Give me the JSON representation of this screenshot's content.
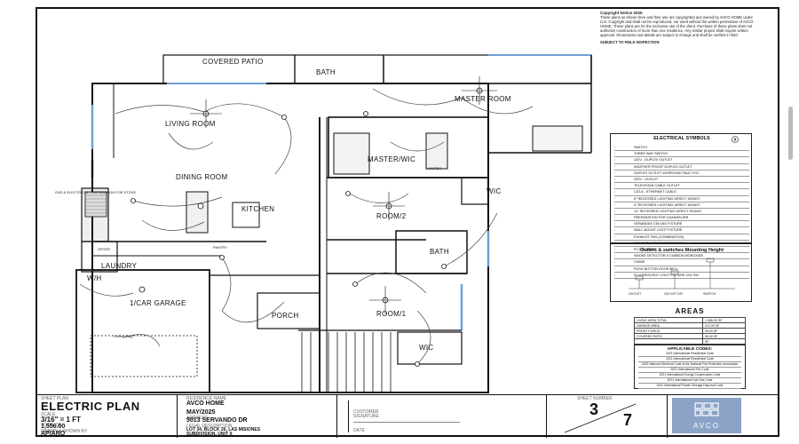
{
  "copyright": {
    "heading": "Copyright Notice 2025",
    "body": "These plans as shown here and their use are copyrighted and owned by AVCO HOME under U.S. Copyright and shall not be reproduced, nor used without the written permission of AVCO HOME. These plans are for the exclusive use of the client. Purchase of these plans does not authorize construction of more than one residence. Any similar project shall require written approval. Dimensions and details are subject to change and shall be verified in field.",
    "note": "SUBJECT TO FIELD INSPECTION"
  },
  "rooms": {
    "covered_patio": "COVERED PATIO",
    "bath_top": "BATH",
    "master_room": "MASTER ROOM",
    "living_room": "LIVING ROOM",
    "master_wic": "MASTER/WIC",
    "dining_room": "DINING ROOM",
    "kitchen": "KITCHEN",
    "wic_top": "WIC",
    "room2": "ROOM/2",
    "bath_mid": "BATH",
    "laundry": "LAUNDRY",
    "wh": "W/H",
    "garage": "1/CAR GARAGE",
    "porch": "PORCH",
    "room1": "ROOM/1",
    "wic_bottom": "WIC",
    "gas_note": "GAS & ELECTRICAL PREPARATION FOR STOVE",
    "ceiling_plug": "Ceiling Plug",
    "hamper": "HAMPER",
    "pantry": "PANTRY",
    "dryer": "DRYER"
  },
  "legend": {
    "title": "ELECTRICAL SYMBOLS",
    "items": [
      "SWITCH",
      "THREE WAY SWITCH",
      "120V - DUPLEX OUTLET",
      "WEATHER PROOF DUPLEX OUTLET",
      "DUPLEX OUTLET W/GROUND FAULT INT.",
      "220V - OUTLET",
      "TELEVISION CABLE OUTLET",
      "CAT-6 - ETHERNET CABLE",
      "6\" RECESSED LIGHTING DIRECT MOUNT",
      "4\" RECESSED LIGHTING DIRECT MOUNT",
      "12\" RECESSED LIGHTING DIRECT MOUNT",
      "PREPARATION FOR CHANDELIER",
      "VERANDAS CEILING FIXTURE",
      "WALL MOUNT LIGHT FIXTURE",
      "EXHAUST FAN (COMBINATION)",
      "FAN WITH LIGHT COMBINATION",
      "FLOOD LIGHT",
      "SMOKE DETECTOR & CARBON MONOXIDE",
      "CHIME",
      "PUSH BUTTON DOOR BELL",
      "FLUORESCENT LIGHT FIXTURE 2X4 SW"
    ]
  },
  "outlets": {
    "title": "Outlets & switches Mounting Height",
    "labels": [
      "OUTLET",
      "OUTLET GFI",
      "SWITCH"
    ]
  },
  "areas": {
    "title": "AREAS",
    "rows": [
      [
        "LIVING AREA TOTAL",
        "1,556.00 SF"
      ],
      [
        "GARAGE AREA",
        "213.00 SF"
      ],
      [
        "FRONT PORCH",
        "28.00 SF"
      ],
      [
        "COVERED PATIO",
        "96.00 SF"
      ],
      [
        "",
        "SF"
      ]
    ]
  },
  "codes": {
    "title": "APPLICABLE CODES:",
    "items": [
      "2021 International Residential Code",
      "2021 International Residential Code",
      "2020 National Electrical Code of the National Fire Protection Association",
      "2021 International Fire Code",
      "2021 International Energy Conservation Code",
      "2021 International Fuel Gas Code",
      "2021 International Private Sewage Disposal Code"
    ]
  },
  "titleblock": {
    "sheet_plan_label": "SHEET PLAN",
    "sheet_plan": "ELECTRIC PLAN",
    "scale_label": "SCALE",
    "scale": "3/16\" = 1 FT",
    "total_area_label": "TOTAL SF",
    "total_area": "1,556.00",
    "drawn_label": "DRAWN & SHOWN BY",
    "drawn_by": "AP/ARQ",
    "residence_label": "RESIDENCE NAME",
    "residence": "AVCO HOME",
    "date": "MAY/2025",
    "address_label": "ADDRESS",
    "address": "5013 SERVANDO DR",
    "legal_label": "LEGAL DESCRIPTION",
    "legal1": "LOT 34, BLOCK 26, LAS MISIONES",
    "legal2": "SUBDIVISION, UNIT X",
    "customer_label": "CUSTOMER",
    "customer_sig": "SIGNATURE",
    "date_label": "DATE",
    "sheet_number_label": "SHEET NUMBER",
    "sheet_current": "3",
    "sheet_total": "7",
    "logo": "AVCO"
  }
}
